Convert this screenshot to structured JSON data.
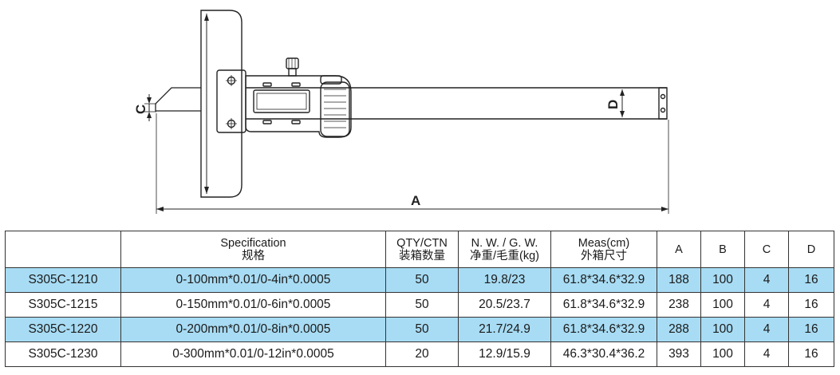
{
  "drawing": {
    "dimension_labels": {
      "a": "A",
      "c": "C",
      "d": "D"
    }
  },
  "table": {
    "headers": [
      {
        "en": "",
        "zh": ""
      },
      {
        "en": "Specification",
        "zh": "规格"
      },
      {
        "en": "QTY/CTN",
        "zh": "装箱数量"
      },
      {
        "en": "N. W. / G. W.",
        "zh": "净重/毛重(kg)"
      },
      {
        "en": "Meas(cm)",
        "zh": "外箱尺寸"
      },
      {
        "en": "A",
        "zh": ""
      },
      {
        "en": "B",
        "zh": ""
      },
      {
        "en": "C",
        "zh": ""
      },
      {
        "en": "D",
        "zh": ""
      }
    ],
    "highlight_color": "#a8dcf4",
    "rows": [
      {
        "highlight": true,
        "cells": [
          "S305C-1210",
          "0-100mm*0.01/0-4in*0.0005",
          "50",
          "19.8/23",
          "61.8*34.6*32.9",
          "188",
          "100",
          "4",
          "16"
        ]
      },
      {
        "highlight": false,
        "cells": [
          "S305C-1215",
          "0-150mm*0.01/0-6in*0.0005",
          "50",
          "20.5/23.7",
          "61.8*34.6*32.9",
          "238",
          "100",
          "4",
          "16"
        ]
      },
      {
        "highlight": true,
        "cells": [
          "S305C-1220",
          "0-200mm*0.01/0-8in*0.0005",
          "50",
          "21.7/24.9",
          "61.8*34.6*32.9",
          "288",
          "100",
          "4",
          "16"
        ]
      },
      {
        "highlight": false,
        "cells": [
          "S305C-1230",
          "0-300mm*0.01/0-12in*0.0005",
          "20",
          "12.9/15.9",
          "46.3*30.4*36.2",
          "393",
          "100",
          "4",
          "16"
        ]
      }
    ]
  }
}
